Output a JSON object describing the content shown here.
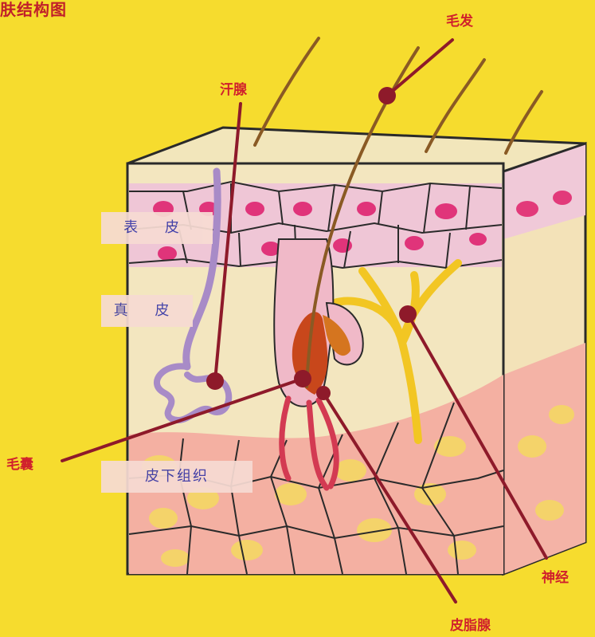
{
  "title": "肤结构图",
  "layer_labels": {
    "epidermis": "表 皮",
    "dermis": "真 皮",
    "subcutaneous": "皮下组织"
  },
  "callouts": {
    "hair": "毛发",
    "sweat_gland": "汗腺",
    "hair_follicle": "毛囊",
    "nerve": "神经",
    "sebaceous_gland": "皮脂腺"
  },
  "colors": {
    "background": "#f6dc2e",
    "pointer": "#8e1a2a",
    "label_text": "#d0202c",
    "box_text": "#3a3aa8"
  }
}
